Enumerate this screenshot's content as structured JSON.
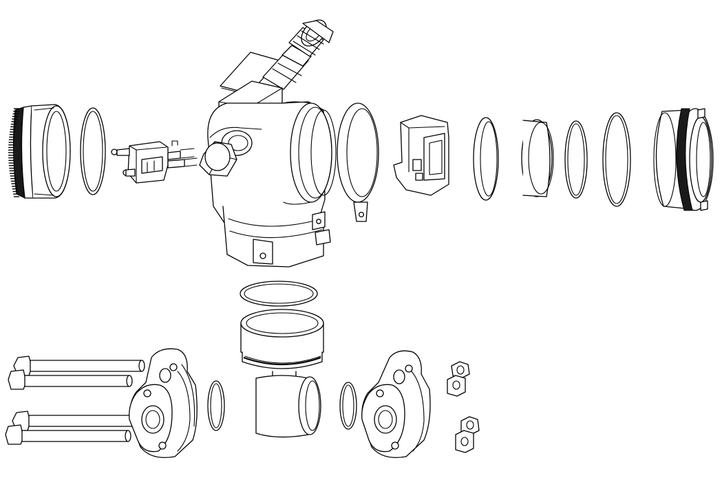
{
  "diagram": {
    "kind": "exploded assembly drawing",
    "parts": {
      "left_cover": "threaded-cover",
      "right_cover": "threaded-cover",
      "housing": "transmitter-housing",
      "cable_gland": "cable-gland",
      "terminal_block": "terminal-block",
      "display_module": "display-module",
      "sensor_module": "sensor-module",
      "process_flanges": "process-flange",
      "bolts": "flange-bolt",
      "nuts": "hex-nut",
      "o_rings": "o-ring"
    }
  }
}
